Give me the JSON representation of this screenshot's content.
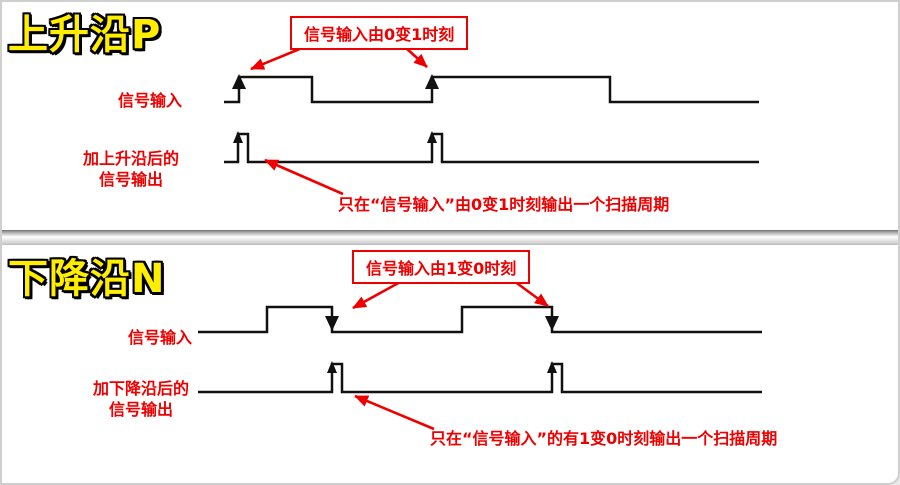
{
  "colors": {
    "accent_red": "#ee0000",
    "title_yellow": "#ffee00",
    "waveform_black": "#111111"
  },
  "rising": {
    "title": "上升沿P",
    "callout": "信号输入由0变1时刻",
    "input_label": "信号输入",
    "output_label_line1": "加上升沿后的",
    "output_label_line2": "信号输出",
    "note": "只在“信号输入”由0变1时刻输出一个扫描周期"
  },
  "falling": {
    "title": "下降沿N",
    "callout": "信号输入由1变0时刻",
    "input_label": "信号输入",
    "output_label_line1": "加下降沿后的",
    "output_label_line2": "信号输出",
    "note": "只在“信号输入”的有1变0时刻输出一个扫描周期"
  },
  "waveforms": {
    "rising_input": "222,100 237,100 237,75 310,75 310,100 430,100 430,75 608,75 608,100 757,100",
    "rising_output": "222,160 236,160 236,132 246,132 246,160 430,160 430,132 440,132 440,160 757,160",
    "falling_input": "196,330 265,330 265,305 330,305 330,330 460,330 460,305 550,305 550,330 760,330",
    "falling_output": "196,390 330,390 330,362 340,362 340,390 550,390 550,362 560,362 560,390 760,390"
  }
}
